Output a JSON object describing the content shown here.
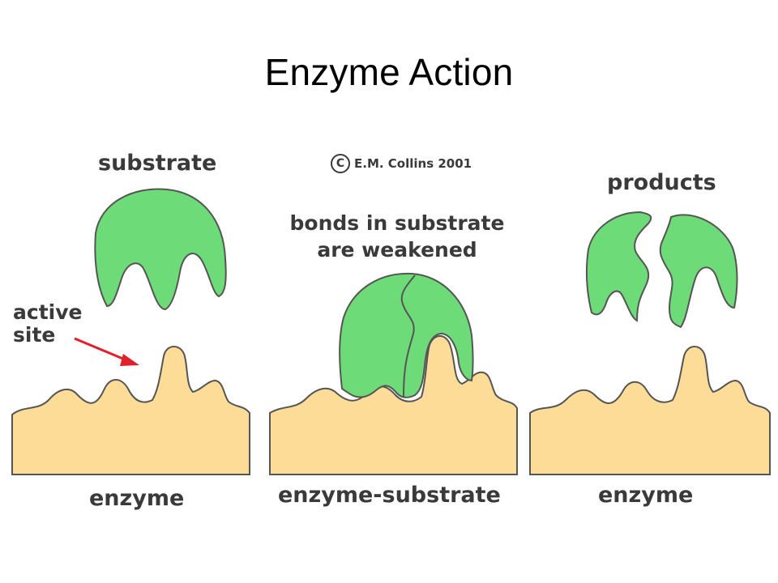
{
  "title": "Enzyme Action",
  "copyright": {
    "symbol": "C",
    "text": "E.M. Collins 2001"
  },
  "labels": {
    "substrate": "substrate",
    "products": "products",
    "bonds_line1": "bonds in substrate",
    "bonds_line2": "are weakened",
    "active_line1": "active",
    "active_line2": "site",
    "enzyme_left": "enzyme",
    "enzyme_substrate": "enzyme-substrate",
    "enzyme_right": "enzyme"
  },
  "colors": {
    "enzyme_fill": "#fddc97",
    "substrate_fill": "#6ddc78",
    "outline": "#555555",
    "arrow": "#e0202a",
    "text": "#3a3a3a"
  }
}
